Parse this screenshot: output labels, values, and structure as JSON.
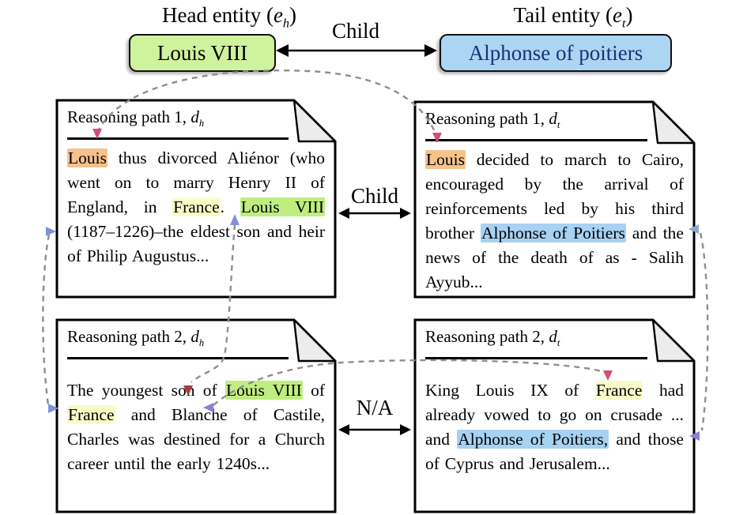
{
  "colors": {
    "highlight_orange": "#f6c28b",
    "highlight_yellow": "#fafbc8",
    "highlight_green": "#bfee80",
    "highlight_blue": "#a7d2f2",
    "head_box_fill": "#cff29c",
    "tail_box_fill": "#abd5f3",
    "tail_box_text": "#1c3172",
    "dashed_link": "#8e8e8e",
    "arrow_pink": "#d14f72",
    "arrow_blue": "#7e93d6",
    "arrow_purple": "#8b80d2",
    "arrow_darkred": "#aa3c3c",
    "arrow_slate": "#8fa8c9"
  },
  "header": {
    "head_label": {
      "prefix": "Head entity (",
      "var": "e",
      "sub": "h",
      "suffix": ")"
    },
    "tail_label": {
      "prefix": "Tail entity (",
      "var": "e",
      "sub": "t",
      "suffix": ")"
    },
    "head_entity": "Louis VIII",
    "tail_entity": "Alphonse of poitiers",
    "relation": "Child"
  },
  "relations": {
    "path1": "Child",
    "path2": "N/A"
  },
  "documents": [
    {
      "title_prefix": "Reasoning path 1, ",
      "var": "d",
      "sub": "h",
      "segments": [
        {
          "text": "Louis",
          "hl": "orange"
        },
        {
          "text": " thus divorced Aliénor (who went on to marry Henry II of England, in "
        },
        {
          "text": "France",
          "hl": "yellow"
        },
        {
          "text": ". "
        },
        {
          "text": "Louis VIII",
          "hl": "green"
        },
        {
          "text": " (1187–1226)–the eldest son and heir of Philip Augustus..."
        }
      ]
    },
    {
      "title_prefix": "Reasoning path 1, ",
      "var": "d",
      "sub": "t",
      "segments": [
        {
          "text": "Louis",
          "hl": "orange"
        },
        {
          "text": " decided to march to Cairo, encouraged by the arrival of reinforcements led by his third brother "
        },
        {
          "text": "Alphonse of Poitiers",
          "hl": "blue"
        },
        {
          "text": " and the news of the death of as - Salih Ayyub..."
        }
      ]
    },
    {
      "title_prefix": "Reasoning path 2, ",
      "var": "d",
      "sub": "h",
      "segments": [
        {
          "text": "The youngest son of "
        },
        {
          "text": "Louis VIII",
          "hl": "green"
        },
        {
          "text": " of "
        },
        {
          "text": "France",
          "hl": "yellow"
        },
        {
          "text": " and Blanche of Castile, Charles was destined for a Church career until the early 1240s..."
        }
      ]
    },
    {
      "title_prefix": "Reasoning path 2, ",
      "var": "d",
      "sub": "t",
      "segments": [
        {
          "text": "King Louis IX of "
        },
        {
          "text": "France",
          "hl": "yellow"
        },
        {
          "text": " had already vowed to go on crusade ... and "
        },
        {
          "text": "Alphonse of Poitiers,",
          "hl": "blue"
        },
        {
          "text": " and those of Cyprus and Jerusalem..."
        }
      ]
    }
  ]
}
